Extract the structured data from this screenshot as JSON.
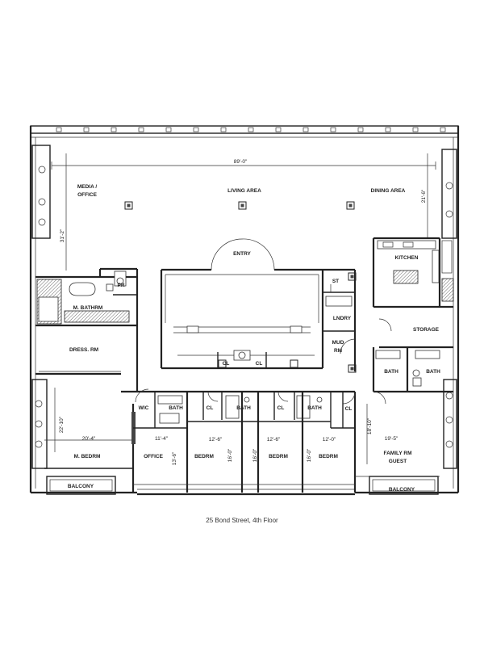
{
  "caption": "25 Bond Street, 4th Floor",
  "rooms": {
    "media_office": [
      "MEDIA /",
      "OFFICE"
    ],
    "living_area": "LIVING AREA",
    "dining_area": "DINING AREA",
    "entry": "ENTRY",
    "kitchen": "KITCHEN",
    "pr": "PR",
    "st": "ST",
    "m_bathrm": "M. BATHRM",
    "lndry": "LNDRY",
    "storage": "STORAGE",
    "dress_rm": "DRESS. RM",
    "mud_rm": [
      "MUD",
      "RM"
    ],
    "cl_1": "CL",
    "cl_2": "CL",
    "bath_right_1": "BATH",
    "bath_right_2": "BATH",
    "wic": "WIC",
    "bath_1": "BATH",
    "cl_3": "CL",
    "bath_2": "BATH",
    "cl_4": "CL",
    "bath_3": "BATH",
    "cl_5": "CL",
    "m_bedrm": "M. BEDRM",
    "office": "OFFICE",
    "bedrm_1": "BEDRM",
    "bedrm_2": "BEDRM",
    "bedrm_3": "BEDRM",
    "family_rm": "FAMILY RM",
    "guest": "GUEST",
    "balcony_left": "BALCONY",
    "balcony_right": "BALCONY"
  },
  "dimensions": {
    "overall_width": "89'-0\"",
    "left_depth": "31'-2\"",
    "right_depth": "21'-6\"",
    "m_bedrm_depth": "22'-10\"",
    "m_bedrm_width": "20'-4\"",
    "office_width": "11'-4\"",
    "office_depth": "13'-6\"",
    "bedrm_1_width": "12'-6\"",
    "bedrm_1_depth": "16'-0\"",
    "bedrm_2_width": "12'-6\"",
    "bedrm_2_depth": "16'-0\"",
    "bedrm_3_width": "12'-0\"",
    "bedrm_3_depth": "16'-0\"",
    "family_depth": "18'-10\"",
    "family_width": "19'-5\""
  }
}
